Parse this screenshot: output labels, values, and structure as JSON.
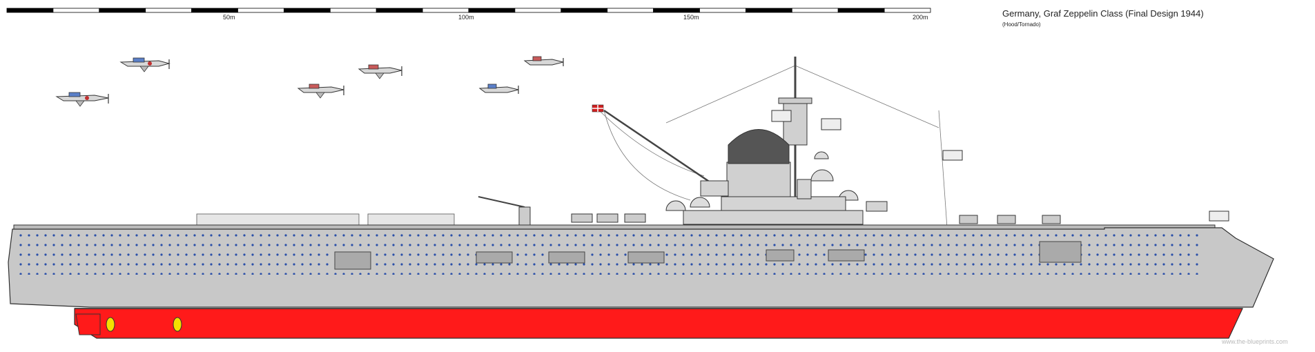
{
  "title": "Germany, Graf Zeppelin Class (Final Design 1944)",
  "credit": "(Hood/Tornado)",
  "watermark": "www.the-blueprints.com",
  "scale": {
    "labels": [
      "50m",
      "100m",
      "150m",
      "200m"
    ]
  },
  "colors": {
    "hull_upper": "#c8c8c8",
    "hull_lower": "#ff1a1a",
    "porthole": "#2a4fa8",
    "outline": "#303030",
    "dome": "#555555",
    "flag": "#d01f1f",
    "propeller": "#f5e000"
  },
  "aircraft_count": 6
}
